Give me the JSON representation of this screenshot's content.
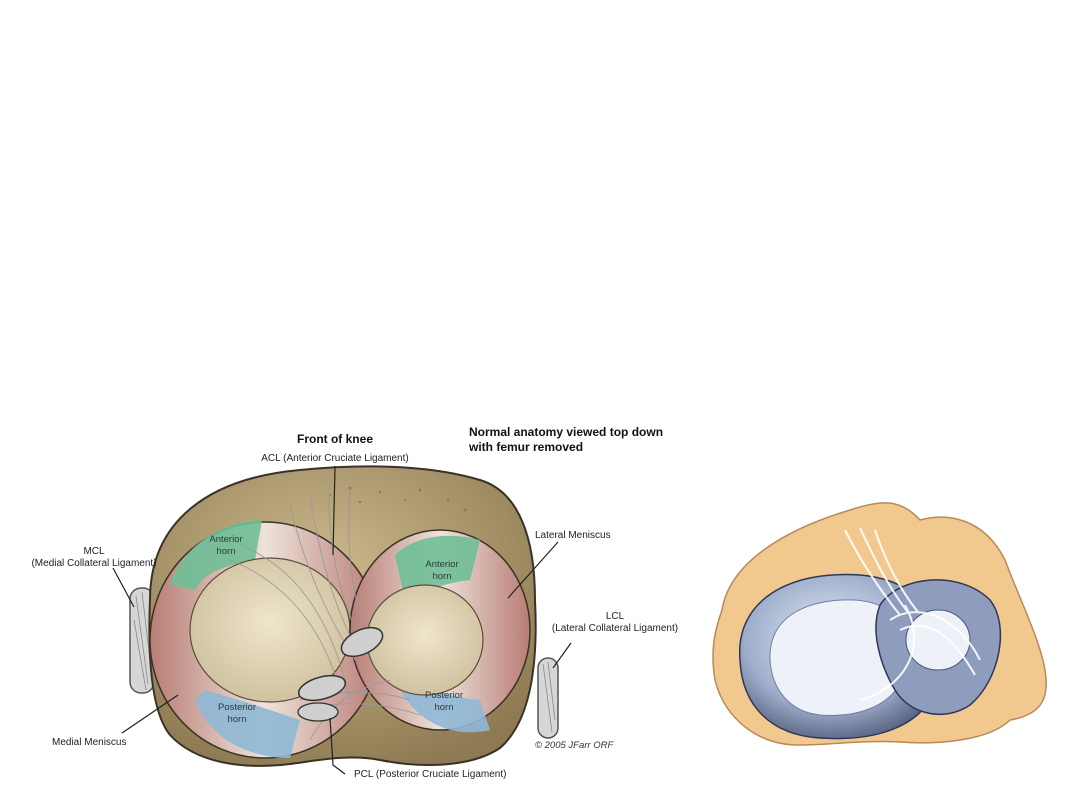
{
  "knee_diagram": {
    "title": "Front of knee",
    "subtitle_line1": "Normal anatomy viewed top down",
    "subtitle_line2": "with femur removed",
    "acl_label": "ACL (Anterior Cruciate Ligament)",
    "mcl_line1": "MCL",
    "mcl_line2": "(Medial Collateral Ligament)",
    "lateral_meniscus_label": "Lateral Meniscus",
    "lcl_line1": "LCL",
    "lcl_line2": "(Lateral Collateral Ligament)",
    "medial_meniscus_label": "Medial Meniscus",
    "pcl_label": "PCL (Posterior Cruciate Ligament)",
    "copyright": "© 2005 JFarr ORF",
    "medial_anterior_horn_line1": "Anterior",
    "medial_anterior_horn_line2": "horn",
    "lateral_anterior_horn_line1": "Anterior",
    "lateral_anterior_horn_line2": "horn",
    "medial_posterior_horn_line1": "Posterior",
    "medial_posterior_horn_line2": "horn",
    "lateral_posterior_horn_line1": "Posterior",
    "lateral_posterior_horn_line2": "horn"
  },
  "colors": {
    "tibia": "#b09b6e",
    "meniscus": "#c9a6a0",
    "anterior_horn": "#6fbf97",
    "posterior_horn": "#8fb8d6",
    "plateau": "#e8dcbf",
    "ligament": "#d9d9d9",
    "sketch_bone": "#f1c98f",
    "sketch_meniscus": "#56607f"
  }
}
